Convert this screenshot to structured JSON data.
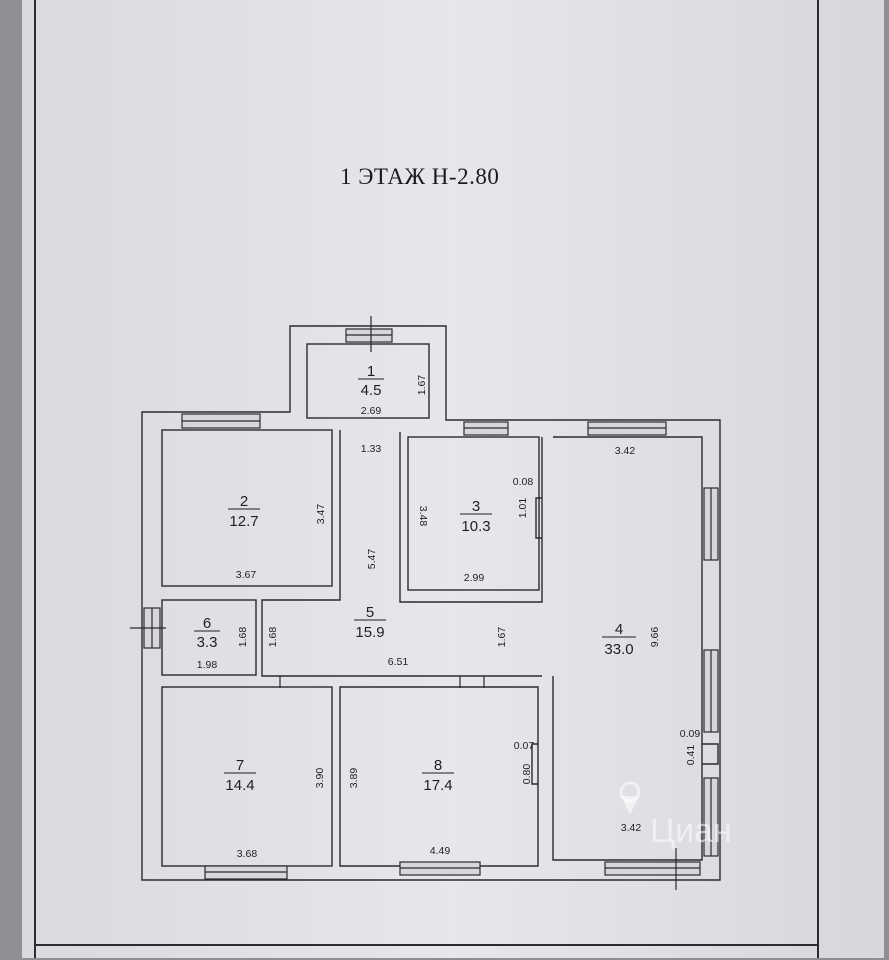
{
  "title": "1 ЭТАЖ Н-2.80",
  "watermark": "Циан",
  "colors": {
    "paper": "#e3e4e8",
    "line": "#2a2b2f",
    "background": "#8d8f95"
  },
  "rooms": [
    {
      "number": "1",
      "area": "4.5"
    },
    {
      "number": "2",
      "area": "12.7"
    },
    {
      "number": "3",
      "area": "10.3"
    },
    {
      "number": "4",
      "area": "33.0"
    },
    {
      "number": "5",
      "area": "15.9"
    },
    {
      "number": "6",
      "area": "3.3"
    },
    {
      "number": "7",
      "area": "14.4"
    },
    {
      "number": "8",
      "area": "17.4"
    }
  ],
  "dimensions": {
    "r1_height": "1.67",
    "r1_width": "2.69",
    "corridor_top": "1.33",
    "r2_height": "3.47",
    "r2_width": "3.67",
    "r3_height": "3.48",
    "r3_wall": "0.08",
    "r3_door": "1.01",
    "r3_width": "2.99",
    "r4_top": "3.42",
    "r4_height": "9.66",
    "r4_wall": "0.09",
    "r4_door": "0.41",
    "r4_bottom": "3.42",
    "r5_length": "5.47",
    "r5_left": "1.68",
    "r5_right": "1.67",
    "r5_width": "6.51",
    "r6_height": "1.68",
    "r6_width": "1.98",
    "r7_height": "3.90",
    "r7_width": "3.68",
    "r8_height": "3.89",
    "r8_wall": "0.07",
    "r8_door": "0.80",
    "r8_width": "4.49"
  }
}
